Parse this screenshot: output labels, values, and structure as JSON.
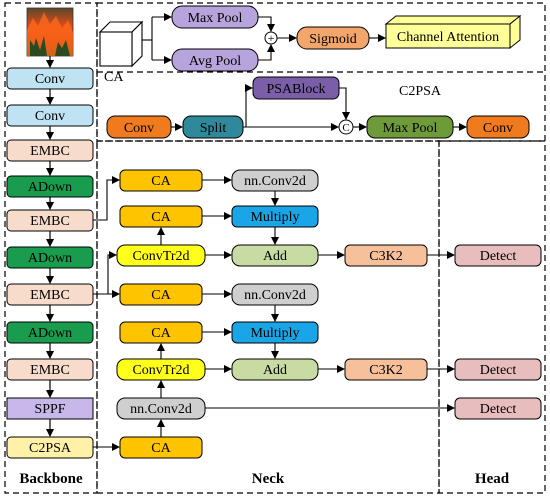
{
  "colors": {
    "conv_light": "#bfe3f2",
    "embc": "#f8dccb",
    "adown": "#1a9c4f",
    "sppf": "#c8b8ea",
    "c2psa": "#fff2a8",
    "ca": "#ffc400",
    "nnconv": "#cfcfcf",
    "multiply": "#1aa6e6",
    "convtr": "#ffff1a",
    "add": "#c8dba3",
    "c3k2": "#f5c09a",
    "detect": "#e8bdbd",
    "pool": "#b7a4dc",
    "sigmoid": "#f2a66b",
    "channel_attention": "#ffff99",
    "conv_orange": "#f07a1e",
    "split": "#2e8a9a",
    "psablock": "#7b5ea8",
    "maxpool_green": "#6e9a3a"
  },
  "sections": {
    "backbone_label": "Backbone",
    "neck_label": "Neck",
    "head_label": "Head"
  },
  "backbone": {
    "image_label": "fire image",
    "items": [
      "Conv",
      "Conv",
      "EMBC",
      "ADown",
      "EMBC",
      "ADown",
      "EMBC",
      "ADown",
      "EMBC",
      "SPPF",
      "C2PSA"
    ]
  },
  "ca_module": {
    "label": "CA",
    "max_pool": "Max Pool",
    "avg_pool": "Avg Pool",
    "plus": "+",
    "sigmoid": "Sigmoid",
    "channel_attention": "Channel Attention"
  },
  "c2psa_module": {
    "title": "C2PSA",
    "conv_in": "Conv",
    "split": "Split",
    "psablock": "PSABlock",
    "concat": "C",
    "max_pool": "Max Pool",
    "conv_out": "Conv"
  },
  "neck": {
    "ca": "CA",
    "nn_conv2d": "nn.Conv2d",
    "multiply": "Multiply",
    "convtr2d": "ConvTr2d",
    "add": "Add",
    "c3k2": "C3K2"
  },
  "head": {
    "detect": "Detect"
  }
}
